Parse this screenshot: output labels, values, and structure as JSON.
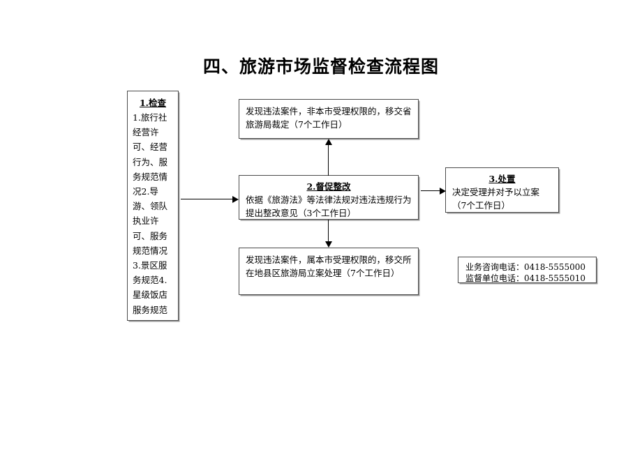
{
  "page": {
    "title": "四、旅游市场监督检查流程图"
  },
  "nodes": {
    "inspection": {
      "head": "1.检查",
      "body": "1.旅行社经营许可、经营行为、服务规范情况2.导游、领队执业许可、服务规范情况3.景区服务规范4.星级饭店服务规范"
    },
    "transfer_province": {
      "head": "",
      "body": "发现违法案件，非本市受理权限的，移交省旅游局裁定（7个工作日）"
    },
    "rectification": {
      "head": "2.督促整改",
      "body": "依据《旅游法》等法律法规对违法违规行为提出整改意见（3个工作日）"
    },
    "transfer_county": {
      "head": "",
      "body": "发现违法案件，属本市受理权限的，移交所在地县区旅游局立案处理（7个工作日）"
    },
    "disposal": {
      "head": "3.处置",
      "body": "决定受理并对予以立案（7个工作日）"
    },
    "contacts": {
      "line1": "业务咨询电话：0418-5555000",
      "line2": "监督单位电话：0418-5555010"
    }
  },
  "connectors": [
    {
      "name": "inspection-to-rectification",
      "direction": "right"
    },
    {
      "name": "rectification-to-transfer-province",
      "direction": "up"
    },
    {
      "name": "rectification-to-transfer-county",
      "direction": "down"
    },
    {
      "name": "rectification-to-disposal",
      "direction": "right"
    }
  ],
  "colors": {
    "stroke": "#4a4a4a",
    "arrow": "#000000",
    "shadow": "#9a9a9a",
    "background": "#ffffff"
  }
}
